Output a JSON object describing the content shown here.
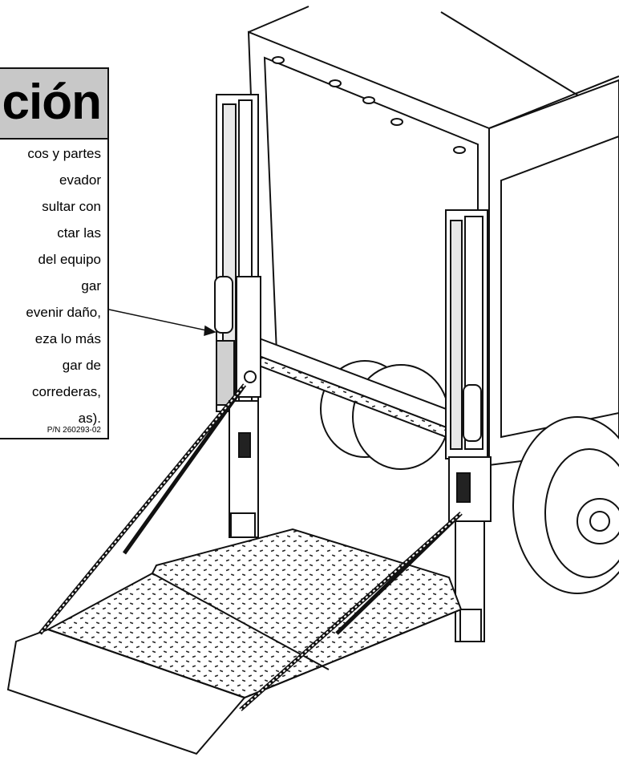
{
  "decal": {
    "header": "ción",
    "lines": [
      "cos y partes",
      "evador",
      "sultar con",
      "ctar las",
      "del equipo",
      "gar",
      "evenir daño,",
      "eza lo más",
      "gar de",
      "correderas,",
      "as)."
    ],
    "part_number": "P/N 260293-02"
  },
  "colors": {
    "line": "#111111",
    "decal_header_bg": "#c8c8c8",
    "panel_gray": "#d0d0d0"
  }
}
